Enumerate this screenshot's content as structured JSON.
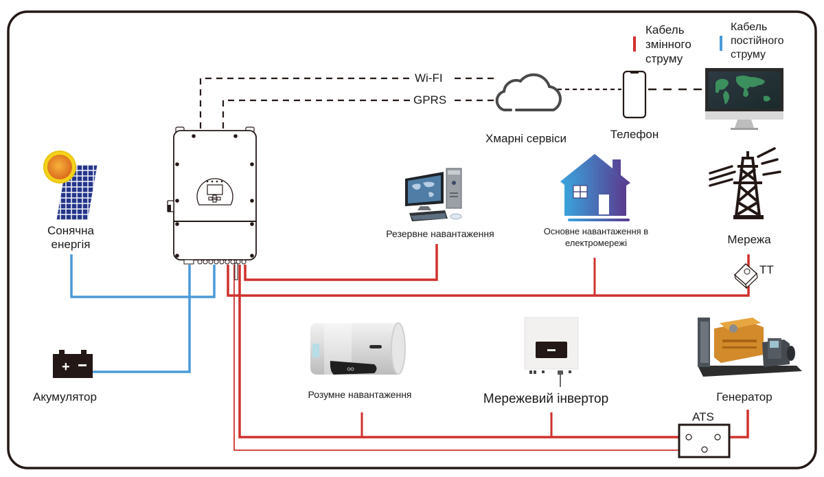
{
  "colors": {
    "ac_cable": "#d0312d",
    "dc_cable": "#4a9ad9",
    "frame": "#231815",
    "comm_dash": "#231815"
  },
  "legend": {
    "ac": {
      "label_line1": "Кабель",
      "label_line2": "змінного",
      "label_line3": "струму",
      "color_name": "red"
    },
    "dc": {
      "label_line1": "Кабель",
      "label_line2": "постійного",
      "label_line3": "струму",
      "color_name": "blue"
    }
  },
  "communication": {
    "wifi": "Wi-FI",
    "gprs": "GPRS"
  },
  "nodes": {
    "solar": {
      "label_line1": "Сонячна",
      "label_line2": "енергія",
      "icon": "solar-panel-icon"
    },
    "battery": {
      "label": "Акумулятор",
      "icon": "battery-icon"
    },
    "inverter": {
      "icon": "hybrid-inverter-icon"
    },
    "cloud": {
      "label": "Хмарні сервіси",
      "icon": "cloud-icon"
    },
    "phone": {
      "label": "Телефон",
      "icon": "smartphone-icon"
    },
    "monitor": {
      "icon": "desktop-monitor-icon"
    },
    "backup_load": {
      "label": "Резервне навантаження",
      "icon": "desktop-computer-icon"
    },
    "grid_load": {
      "label_line1": "Основне навантаження в",
      "label_line2": "електромережі",
      "icon": "house-icon"
    },
    "grid": {
      "label": "Мережа",
      "icon": "power-tower-icon"
    },
    "ct": {
      "label": "ТТ",
      "icon": "current-transformer-icon"
    },
    "smart_load": {
      "label": "Розумне навантаження",
      "icon": "water-heater-icon"
    },
    "grid_inverter": {
      "label": "Мережевий інвертор",
      "icon": "grid-inverter-icon"
    },
    "generator": {
      "label": "Генератор",
      "icon": "generator-icon"
    },
    "ats": {
      "label": "ATS",
      "icon": "ats-switch-icon"
    }
  }
}
